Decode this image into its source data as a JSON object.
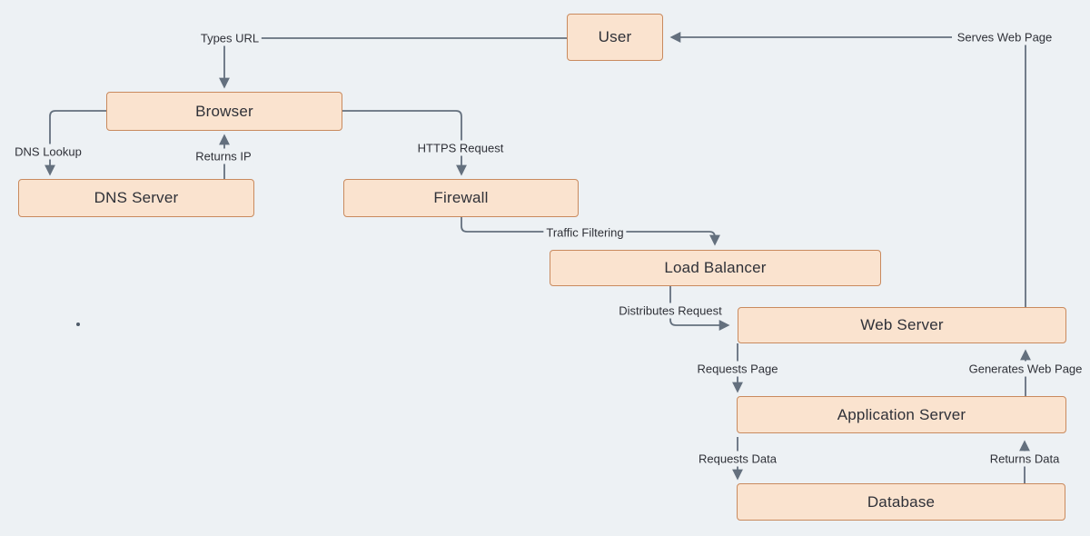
{
  "colors": {
    "background": "#edf1f4",
    "node_fill": "#fae3cf",
    "node_border": "#c98a5e",
    "node_text": "#2f3138",
    "edge_line": "#64707e",
    "edge_label_text": "#2e3037"
  },
  "nodes": {
    "user": {
      "label": "User"
    },
    "browser": {
      "label": "Browser"
    },
    "dns_server": {
      "label": "DNS Server"
    },
    "firewall": {
      "label": "Firewall"
    },
    "load_balancer": {
      "label": "Load Balancer"
    },
    "web_server": {
      "label": "Web Server"
    },
    "application_server": {
      "label": "Application Server"
    },
    "database": {
      "label": "Database"
    }
  },
  "edges": {
    "types_url": "Types URL",
    "dns_lookup": "DNS Lookup",
    "returns_ip": "Returns IP",
    "https_request": "HTTPS Request",
    "traffic_filtering": "Traffic Filtering",
    "distributes_request": "Distributes Request",
    "serves_web_page": "Serves Web Page",
    "requests_page": "Requests Page",
    "generates_web_page": "Generates Web Page",
    "requests_data": "Requests Data",
    "returns_data": "Returns Data"
  }
}
